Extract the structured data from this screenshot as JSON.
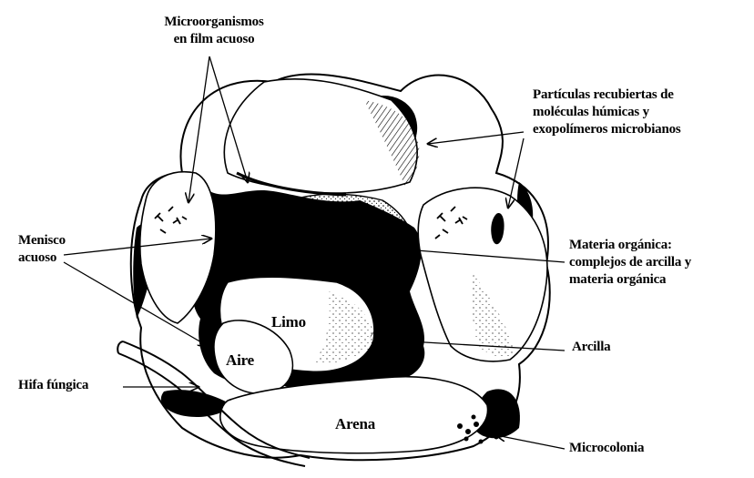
{
  "labels": {
    "microorganismos": [
      "Microorganismos",
      "en film acuoso"
    ],
    "particulas": [
      "Partículas recubiertas de",
      "moléculas húmicas y",
      "exopolímeros microbianos"
    ],
    "menisco": [
      "Menisco",
      "acuoso"
    ],
    "materia": [
      "Materia orgánica:",
      "complejos de arcilla y",
      "materia orgánica"
    ],
    "arcilla": "Arcilla",
    "hifa": "Hifa fúngica",
    "microcolonia": "Microcolonia",
    "limo": "Limo",
    "aire": "Aire",
    "arena": "Arena"
  },
  "colors": {
    "ink": "#000000",
    "paper": "#ffffff"
  }
}
